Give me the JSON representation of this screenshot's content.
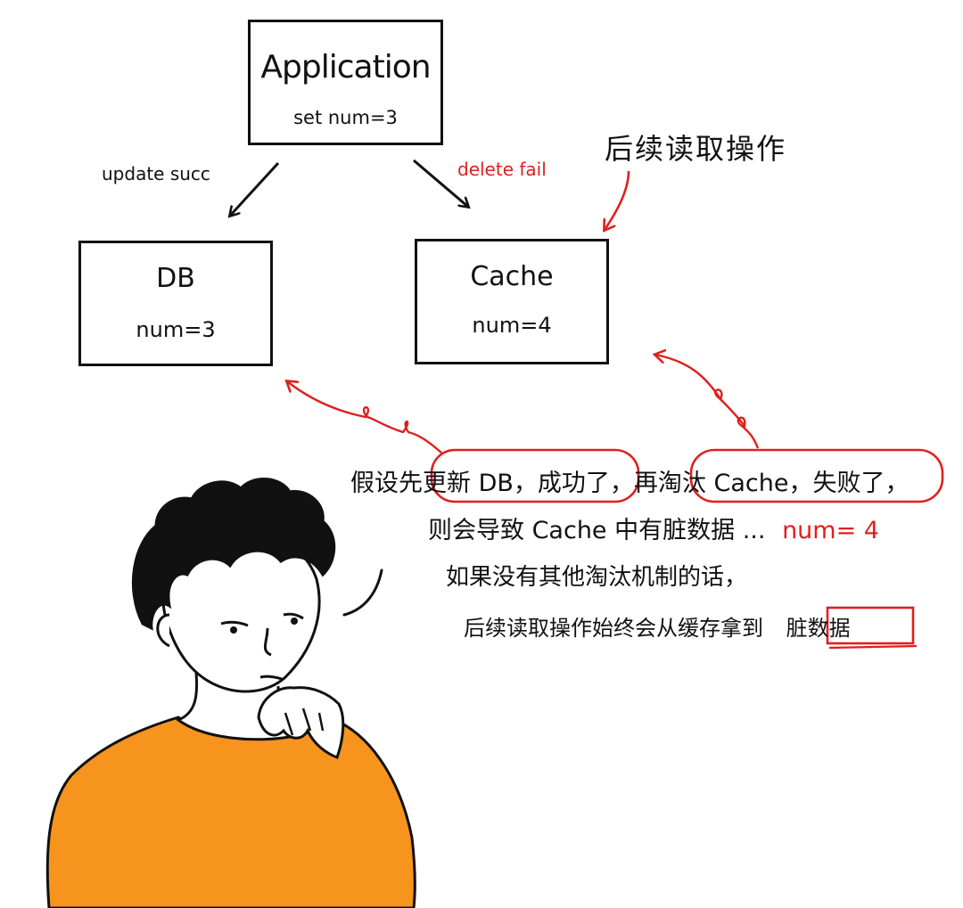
{
  "diagram": {
    "application": {
      "title": "Application",
      "action": "set num=3"
    },
    "db": {
      "title": "DB",
      "value": "num=3"
    },
    "cache": {
      "title": "Cache",
      "value": "num=4"
    },
    "edges": {
      "update": "update succ",
      "delete": "delete fail"
    },
    "subsequent_read_label": "后续读取操作"
  },
  "narration": {
    "line1": {
      "p1": "假设先",
      "p2": "更新 DB，成功了",
      "p3": "，再",
      "p4": "淘汰 Cache，失败了",
      "p5": "，"
    },
    "line2": {
      "text": "则会导致 Cache 中有脏数据 ...",
      "value": "num= 4"
    },
    "line3": "如果没有其他淘汰机制的话，",
    "line4": {
      "text": "后续读取操作始终会从缓存拿到",
      "highlight": "脏数据"
    }
  },
  "colors": {
    "accent_red": "#e01f1f",
    "shirt_orange": "#f7941d",
    "ink": "#111111"
  }
}
